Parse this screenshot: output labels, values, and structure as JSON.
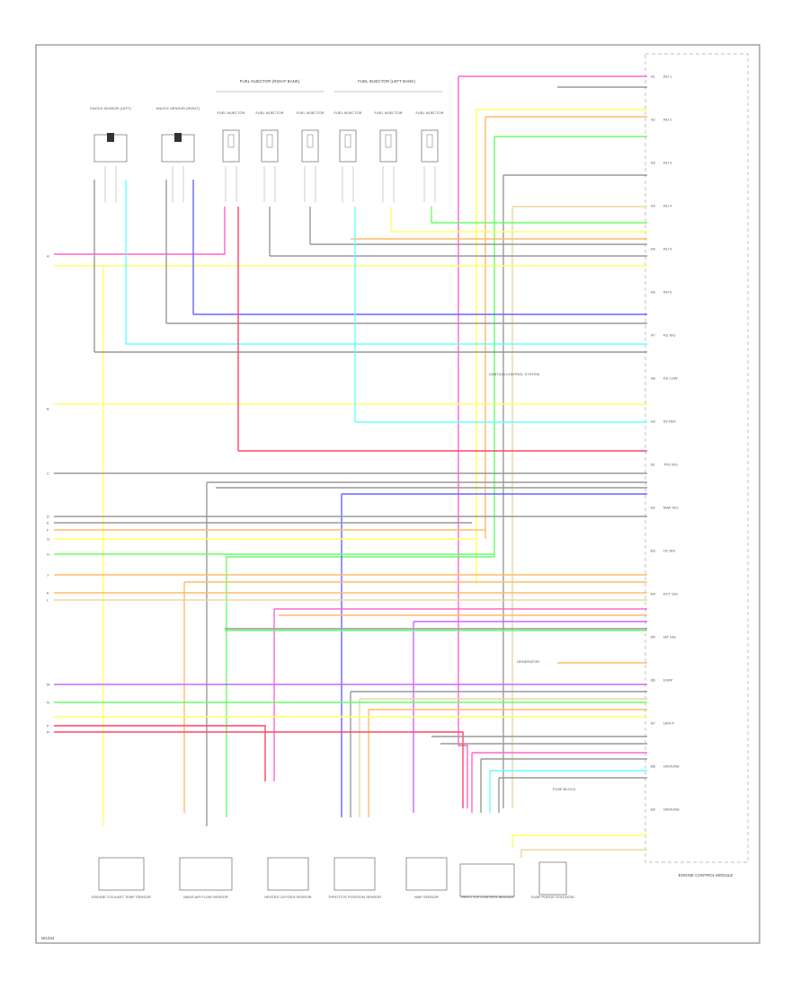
{
  "diagram": {
    "footer_code": "W1234",
    "groups": [
      {
        "id": "right-bank",
        "label": "FUEL INJECTOR (RIGHT BANK)"
      },
      {
        "id": "left-bank",
        "label": "FUEL INJECTOR (LEFT BANK)"
      }
    ],
    "top_components": [
      {
        "id": "knock-left",
        "label": "KNOCK SENSOR (LEFT)"
      },
      {
        "id": "knock-right",
        "label": "KNOCK SENSOR (RIGHT)"
      },
      {
        "id": "inj1",
        "label": "FUEL INJECTOR"
      },
      {
        "id": "inj2",
        "label": "FUEL INJECTOR"
      },
      {
        "id": "inj3",
        "label": "FUEL INJECTOR"
      },
      {
        "id": "inj4",
        "label": "FUEL INJECTOR"
      },
      {
        "id": "inj5",
        "label": "FUEL INJECTOR"
      },
      {
        "id": "inj6",
        "label": "FUEL INJECTOR"
      }
    ],
    "bottom_components": [
      {
        "id": "ect",
        "label": "ENGINE COOLANT TEMP SENSOR"
      },
      {
        "id": "maf",
        "label": "MASS AIR FLOW SENSOR"
      },
      {
        "id": "o2",
        "label": "HEATED OXYGEN SENSOR"
      },
      {
        "id": "tps",
        "label": "THROTTLE POSITION SENSOR"
      },
      {
        "id": "map",
        "label": "MAP SENSOR"
      },
      {
        "id": "throttle",
        "label": "THROTTLE CONTROL MODULE"
      },
      {
        "id": "evap",
        "label": "EVAP PURGE SOLENOID"
      }
    ],
    "module_label": "ENGINE CONTROL MODULE",
    "notes": [
      {
        "id": "ign-note",
        "label": "IGNITION CONTROL SYSTEM"
      },
      {
        "id": "gen-note",
        "label": "GENERATOR"
      },
      {
        "id": "fuse-note",
        "label": "FUSE BLOCK"
      }
    ],
    "left_labels": [
      "A",
      "B",
      "C",
      "D",
      "E",
      "F",
      "G",
      "H",
      "J",
      "K",
      "L",
      "M",
      "N",
      "P",
      "R"
    ],
    "wire_colors": [
      "PNK",
      "YEL",
      "LT BLU",
      "GRY",
      "DK BLU",
      "ORN",
      "BRN",
      "LT GRN",
      "DK GRN",
      "RED",
      "TAN",
      "WHT",
      "BLK",
      "PPL"
    ],
    "pin_rows": [
      {
        "code": "A1",
        "name": "INJ 1"
      },
      {
        "code": "A2",
        "name": "INJ 2"
      },
      {
        "code": "A3",
        "name": "INJ 3"
      },
      {
        "code": "A4",
        "name": "INJ 4"
      },
      {
        "code": "A5",
        "name": "INJ 5"
      },
      {
        "code": "A6",
        "name": "INJ 6"
      },
      {
        "code": "A7",
        "name": "KS SIG"
      },
      {
        "code": "A8",
        "name": "KS LOW"
      },
      {
        "code": "A9",
        "name": "5V REF"
      },
      {
        "code": "B1",
        "name": "TPS SIG"
      },
      {
        "code": "B2",
        "name": "MAP SIG"
      },
      {
        "code": "B3",
        "name": "O2 SIG"
      },
      {
        "code": "B4",
        "name": "ECT SIG"
      },
      {
        "code": "B5",
        "name": "IAT SIG"
      },
      {
        "code": "B6",
        "name": "EVAP"
      },
      {
        "code": "B7",
        "name": "GEN F"
      },
      {
        "code": "B8",
        "name": "GROUND"
      },
      {
        "code": "B9",
        "name": "GROUND"
      }
    ]
  },
  "colors": {
    "pink": "#ff66cc",
    "yellow": "#ffff66",
    "cyan": "#66ffff",
    "blue": "#6666ff",
    "orange": "#ffbb66",
    "green": "#66ff66",
    "red": "#ff4466",
    "gray": "#999999",
    "tan": "#e8d8a0",
    "violet": "#cc66ff"
  }
}
